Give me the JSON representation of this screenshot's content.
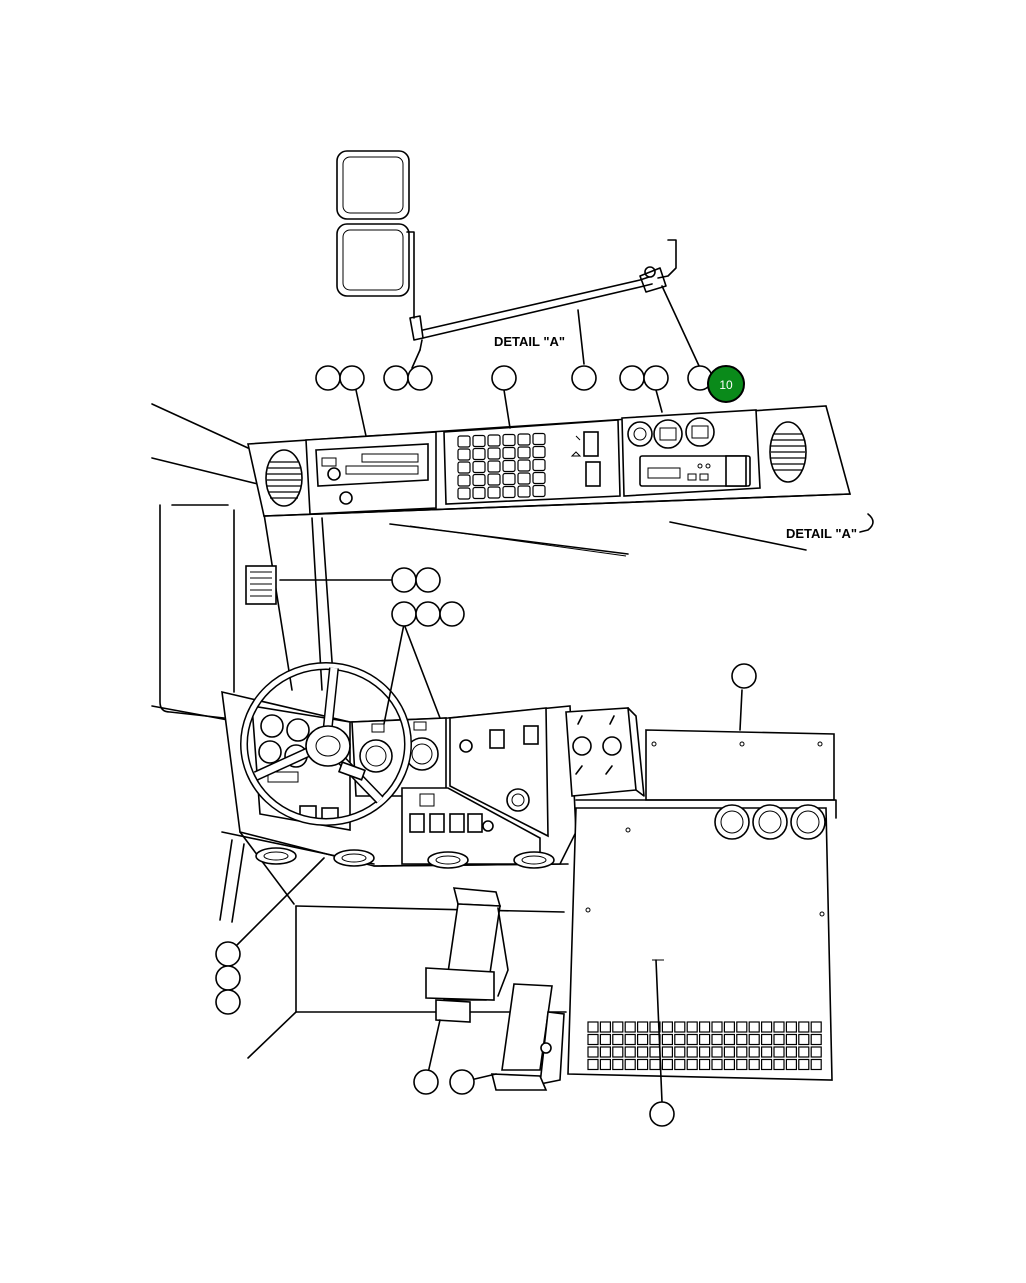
{
  "diagram": {
    "detail_label_top": "DETAIL \"A\"",
    "detail_label_right": "DETAIL \"A\"",
    "highlight_callout_number": "10",
    "highlight_color": "#0a8a1a",
    "callouts": [
      {
        "id": "c1",
        "label": ""
      },
      {
        "id": "c2",
        "label": ""
      },
      {
        "id": "c3",
        "label": ""
      },
      {
        "id": "c4",
        "label": ""
      },
      {
        "id": "c5",
        "label": ""
      },
      {
        "id": "c6",
        "label": ""
      },
      {
        "id": "c7",
        "label": ""
      },
      {
        "id": "c8",
        "label": ""
      },
      {
        "id": "c9",
        "label": ""
      },
      {
        "id": "c10",
        "label": "10"
      },
      {
        "id": "c11",
        "label": ""
      },
      {
        "id": "c12",
        "label": ""
      },
      {
        "id": "c13",
        "label": ""
      },
      {
        "id": "c14",
        "label": ""
      },
      {
        "id": "c15",
        "label": ""
      },
      {
        "id": "c16",
        "label": ""
      },
      {
        "id": "c17",
        "label": ""
      },
      {
        "id": "c18",
        "label": ""
      },
      {
        "id": "c19",
        "label": ""
      },
      {
        "id": "c20",
        "label": ""
      },
      {
        "id": "c21",
        "label": ""
      },
      {
        "id": "c22",
        "label": ""
      }
    ]
  }
}
